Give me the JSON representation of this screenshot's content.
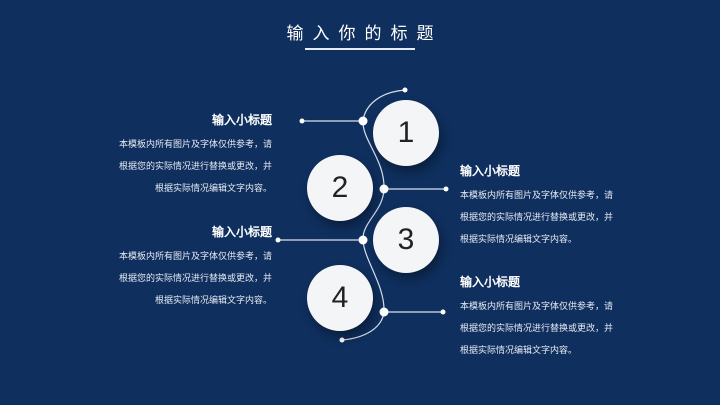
{
  "slide": {
    "title": "输入你的标题",
    "background": "#0f2f5e",
    "steps": [
      {
        "number": "1",
        "heading": "输入小标题",
        "lines": [
          "本模板内所有图片及字体仅供参考，请",
          "根据您的实际情况进行替换或更改，并",
          "根据实际情况编辑文字内容。"
        ]
      },
      {
        "number": "2",
        "heading": "输入小标题",
        "lines": [
          "本模板内所有图片及字体仅供参考，请",
          "根据您的实际情况进行替换或更改，并",
          "根据实际情况编辑文字内容。"
        ]
      },
      {
        "number": "3",
        "heading": "输入小标题",
        "lines": [
          "本模板内所有图片及字体仅供参考，请",
          "根据您的实际情况进行替换或更改，并",
          "根据实际情况编辑文字内容。"
        ]
      },
      {
        "number": "4",
        "heading": "输入小标题",
        "lines": [
          "本模板内所有图片及字体仅供参考，请",
          "根据您的实际情况进行替换或更改，并",
          "根据实际情况编辑文字内容。"
        ]
      }
    ]
  }
}
